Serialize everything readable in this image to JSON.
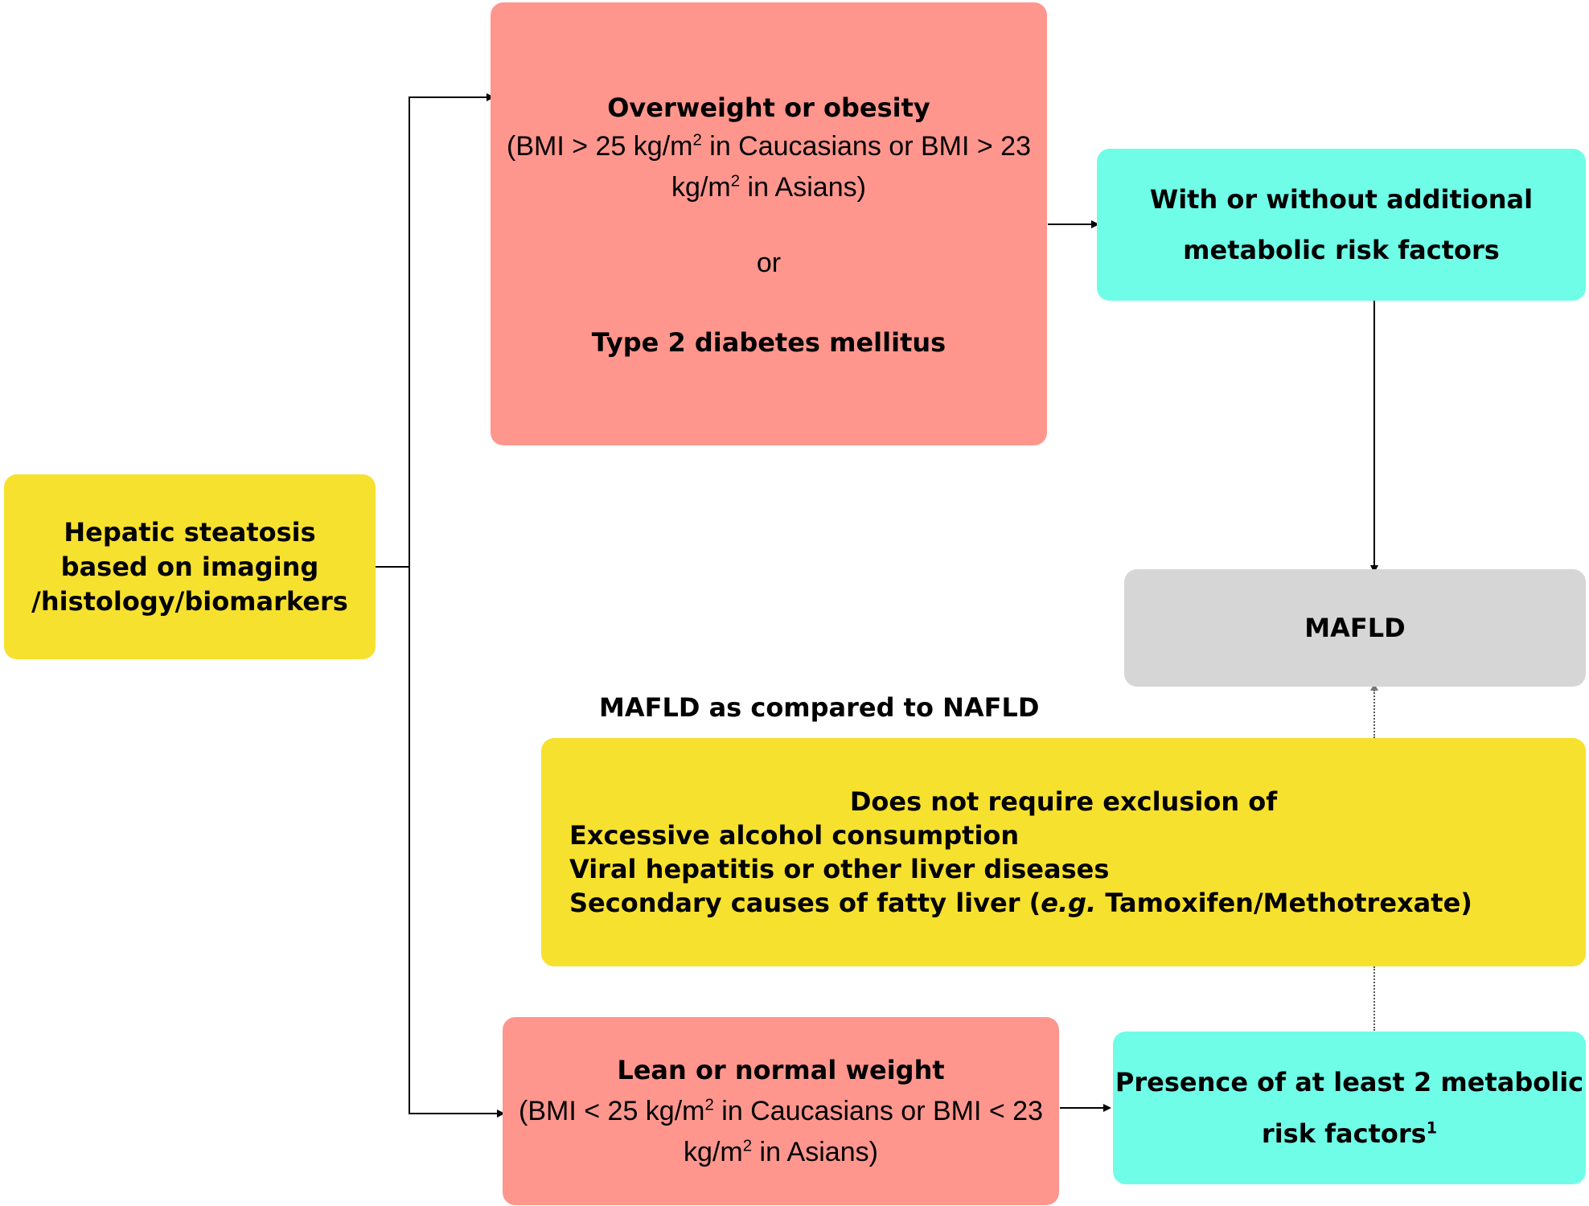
{
  "start": {
    "lines": [
      "Hepatic steatosis",
      "based on imaging",
      "/histology/biomarkers"
    ]
  },
  "overweight": {
    "title": "Overweight or obesity",
    "bmi_line1_a": "(BMI > 25 kg/m",
    "bmi_sup": "2",
    "bmi_line1_b": " in Caucasians or BMI > 23",
    "bmi_line2_a": "kg/m",
    "bmi_line2_b": " in Asians)",
    "or": "or",
    "t2dm": "Type 2 diabetes mellitus"
  },
  "additional": {
    "line1": "With or without additional",
    "line2": "metabolic risk factors"
  },
  "mafld": {
    "label": "MAFLD"
  },
  "comparison": {
    "heading": "MAFLD as compared to NAFLD",
    "title": "Does not require exclusion of",
    "item1": "Excessive alcohol consumption",
    "item2": "Viral hepatitis or other liver diseases",
    "item3_a": "Secondary causes of fatty liver (",
    "item3_em": "e.g.",
    "item3_b": " Tamoxifen/Methotrexate)"
  },
  "lean": {
    "title": "Lean or normal weight",
    "bmi_line1_a": "(BMI < 25 kg/m",
    "bmi_sup": "2",
    "bmi_line1_b": " in Caucasians or BMI < 23",
    "bmi_line2_a": "kg/m",
    "bmi_line2_b": " in Asians)"
  },
  "presence": {
    "line1": "Presence of at least 2 metabolic",
    "line2": "risk factors",
    "sup": "1"
  }
}
